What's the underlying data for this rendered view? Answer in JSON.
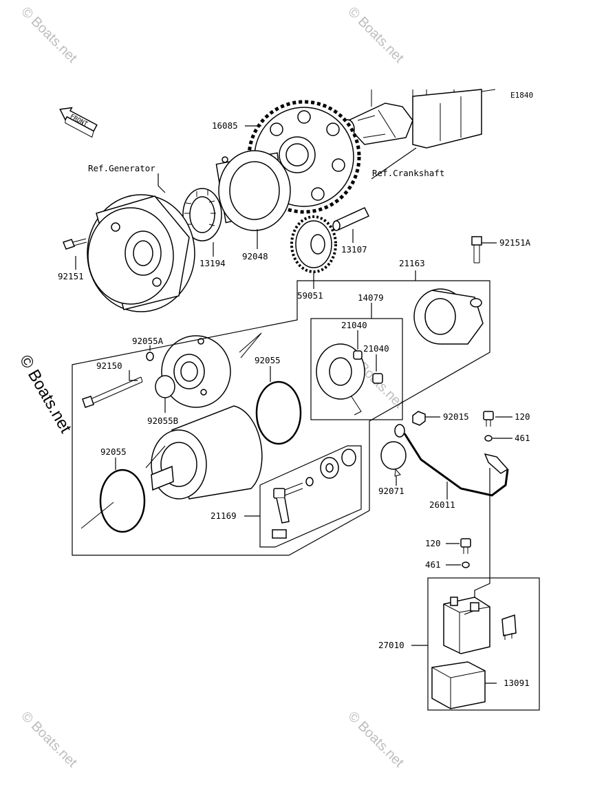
{
  "diagram_code": "E1840",
  "front_label": "FRONT",
  "watermark": "© Boats.net",
  "references": {
    "generator": "Ref.Generator",
    "crankshaft": "Ref.Crankshaft"
  },
  "parts": {
    "p16085": "16085",
    "p92048": "92048",
    "p13194": "13194",
    "p92151": "92151",
    "p13107": "13107",
    "p59051": "59051",
    "p92151A": "92151A",
    "p21163": "21163",
    "p14079": "14079",
    "p21040a": "21040",
    "p21040b": "21040",
    "p92055A": "92055A",
    "p92150": "92150",
    "p92055B": "92055B",
    "p92055a": "92055",
    "p92055b": "92055",
    "p92015": "92015",
    "p120a": "120",
    "p461a": "461",
    "p92071": "92071",
    "p26011": "26011",
    "p21169": "21169",
    "p120b": "120",
    "p461b": "461",
    "p27010": "27010",
    "p13091": "13091"
  }
}
